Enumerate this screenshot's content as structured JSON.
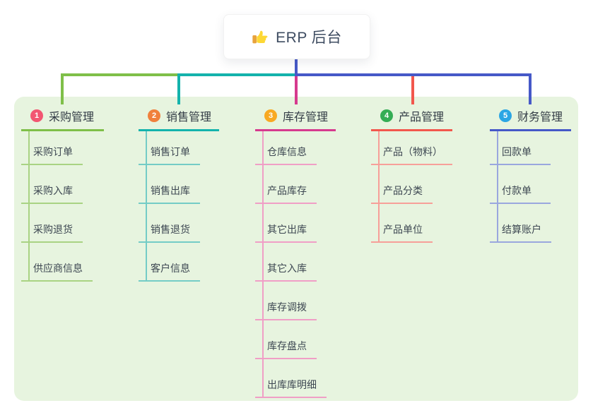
{
  "root": {
    "label": "ERP 后台",
    "icon": "thumbs-up-icon"
  },
  "branches": [
    {
      "number": "1",
      "title": "采购管理",
      "badge_color": "#f25672",
      "line_color": "#7fbf49",
      "child_line_color": "#a9d383",
      "children": [
        "采购订单",
        "采购入库",
        "采购退货",
        "供应商信息"
      ]
    },
    {
      "number": "2",
      "title": "销售管理",
      "badge_color": "#f0803c",
      "line_color": "#14b3ac",
      "child_line_color": "#74ccc6",
      "children": [
        "销售订单",
        "销售出库",
        "销售退货",
        "客户信息"
      ]
    },
    {
      "number": "3",
      "title": "库存管理",
      "badge_color": "#f8a922",
      "line_color": "#d63a8e",
      "child_line_color": "#f09ec6",
      "children": [
        "仓库信息",
        "产品库存",
        "其它出库",
        "其它入库",
        "库存调拨",
        "库存盘点",
        "出库库明细"
      ]
    },
    {
      "number": "4",
      "title": "产品管理",
      "badge_color": "#35ad55",
      "line_color": "#f2574d",
      "child_line_color": "#f79f99",
      "children": [
        "产品（物料）",
        "产品分类",
        "产品单位"
      ]
    },
    {
      "number": "5",
      "title": "财务管理",
      "badge_color": "#2ba6e4",
      "line_color": "#4659c8",
      "child_line_color": "#9aa7de",
      "children": [
        "回款单",
        "付款单",
        "结算账户"
      ]
    }
  ],
  "colors": {
    "canvas_bg": "#ffffff",
    "panel_bg": "#e7f4df",
    "root_stem": "#4659c8",
    "heading_text": "#333c46",
    "child_text": "#3d4752",
    "root_text": "#3e4c61",
    "thumb_hand": "#fdd835",
    "thumb_cuff": "#e8a33d"
  }
}
